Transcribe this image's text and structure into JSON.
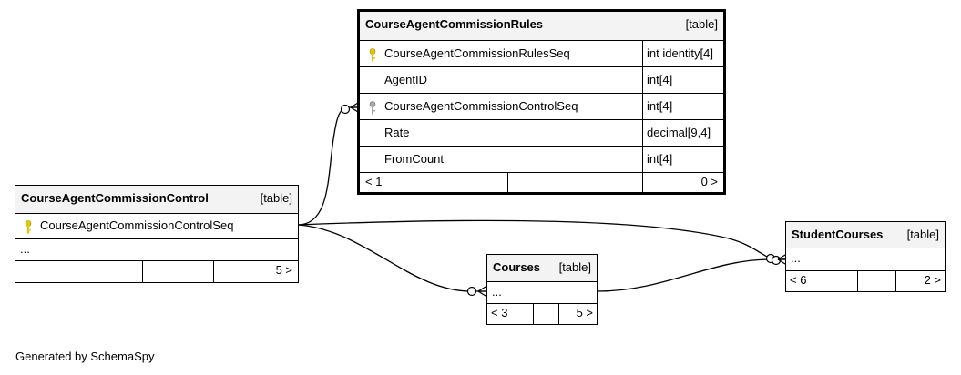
{
  "tables": {
    "rules": {
      "name": "CourseAgentCommissionRules",
      "kind": "[table]",
      "columns": [
        {
          "name": "CourseAgentCommissionRulesSeq",
          "type": "int identity[4]",
          "key": "primary"
        },
        {
          "name": "AgentID",
          "type": "int[4]",
          "key": "none"
        },
        {
          "name": "CourseAgentCommissionControlSeq",
          "type": "int[4]",
          "key": "foreign"
        },
        {
          "name": "Rate",
          "type": "decimal[9,4]",
          "key": "none"
        },
        {
          "name": "FromCount",
          "type": "int[4]",
          "key": "none"
        }
      ],
      "parents": "< 1",
      "children": "0 >"
    },
    "control": {
      "name": "CourseAgentCommissionControl",
      "kind": "[table]",
      "columns": [
        {
          "name": "CourseAgentCommissionControlSeq",
          "key": "primary"
        }
      ],
      "ellipsis": "...",
      "parents": "",
      "children": "5 >"
    },
    "courses": {
      "name": "Courses",
      "kind": "[table]",
      "ellipsis": "...",
      "parents": "< 3",
      "children": "5 >"
    },
    "studentcourses": {
      "name": "StudentCourses",
      "kind": "[table]",
      "ellipsis": "...",
      "parents": "< 6",
      "children": "2 >"
    }
  },
  "colors": {
    "header_bg": "#f3f3f3",
    "primary_key": "#e6c800",
    "foreign_key": "#a8a8a8"
  },
  "icons": {
    "primary_key": "key-icon",
    "foreign_key": "foreign-key-icon"
  },
  "credit": "Generated by SchemaSpy"
}
